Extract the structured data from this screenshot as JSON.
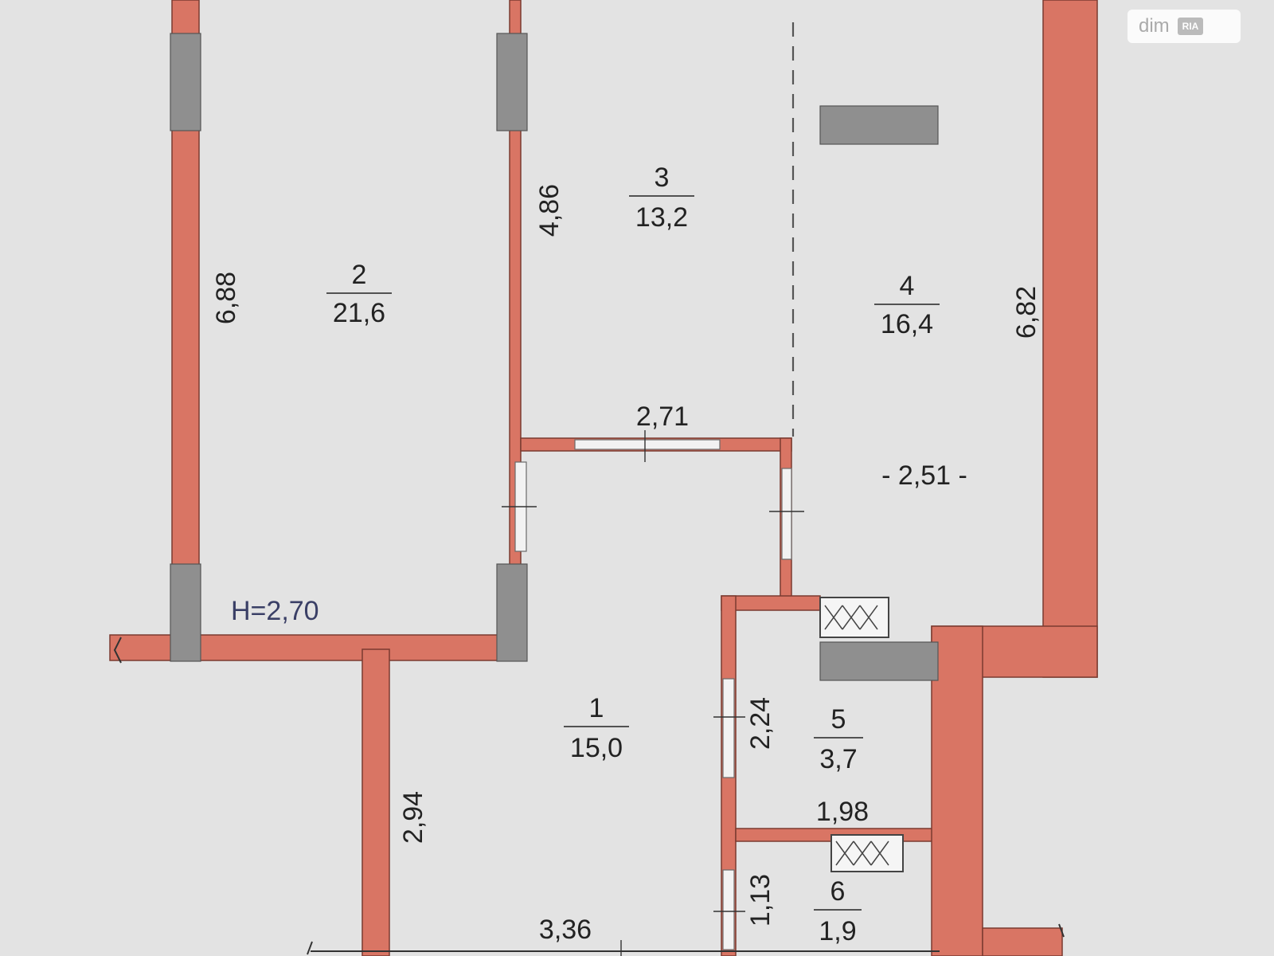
{
  "watermark": {
    "text": "dim",
    "badge": "RIA"
  },
  "ceiling_height": "H=2,70",
  "rooms": [
    {
      "number": "1",
      "area": "15,0"
    },
    {
      "number": "2",
      "area": "21,6"
    },
    {
      "number": "3",
      "area": "13,2"
    },
    {
      "number": "4",
      "area": "16,4"
    },
    {
      "number": "5",
      "area": "3,7"
    },
    {
      "number": "6",
      "area": "1,9"
    }
  ],
  "dimensions": {
    "room2_length": "6,88",
    "room3_length": "4,86",
    "room4_length": "6,82",
    "room3_width": "2,71",
    "room4_width": "- 2,51 -",
    "room5_length": "2,24",
    "room5_width": "1,98",
    "room1_length": "2,94",
    "room6_length": "1,13",
    "room1_width": "3,36"
  },
  "colors": {
    "wall": "#d97564",
    "pier": "#8f8f8f",
    "background": "#e3e3e3"
  }
}
